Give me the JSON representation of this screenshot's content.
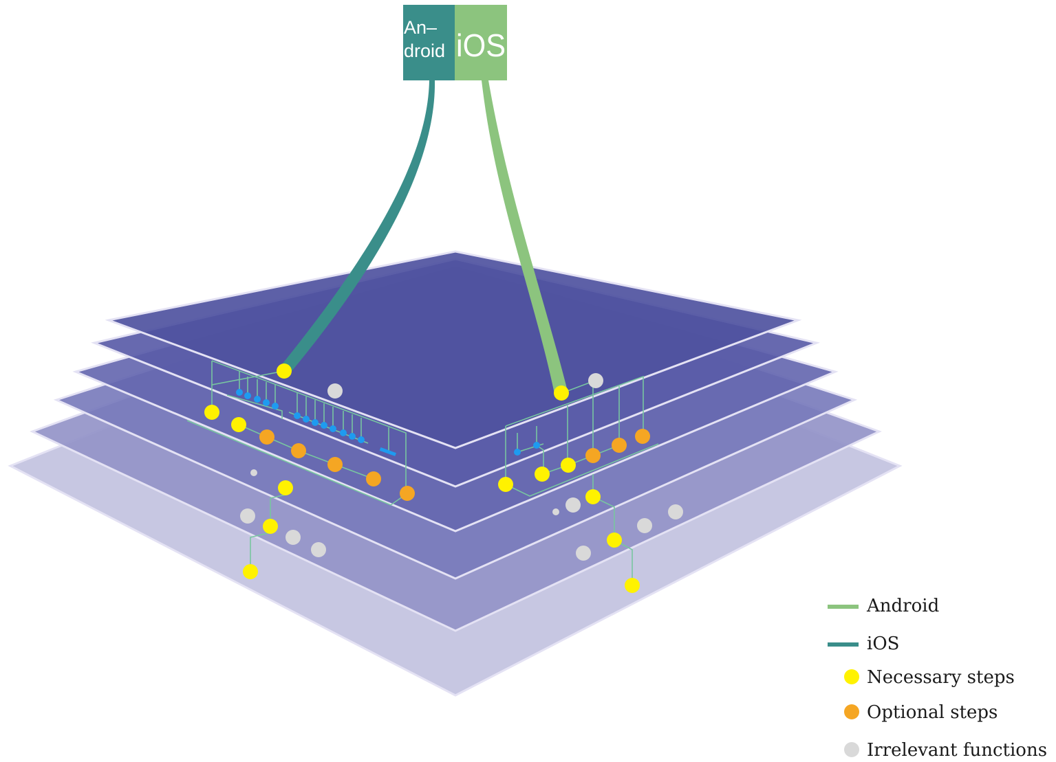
{
  "platform_box": {
    "android_label_line1": "An–",
    "android_label_line2": "droid",
    "ios_label": "iOS",
    "android_color": "#3a8e8a",
    "ios_color": "#8cc47e"
  },
  "legend": {
    "items": [
      {
        "kind": "line",
        "label": "Android",
        "color": "#8cc47e"
      },
      {
        "kind": "line",
        "label": "iOS",
        "color": "#3a8e8a"
      },
      {
        "kind": "dot",
        "label": "Necessary steps",
        "color": "#fff200"
      },
      {
        "kind": "dot",
        "label": "Optional steps",
        "color": "#f5a623"
      },
      {
        "kind": "dot",
        "label": "Irrelevant functions",
        "color": "#d9d9d9"
      }
    ]
  },
  "colors": {
    "layer_border": "#e4e2f4",
    "connector": "#78c6a0",
    "sub_function": "#1e9bf0",
    "layer_fills": [
      "#c2c2e0",
      "#9494c8",
      "#7a7cbc",
      "#6668b0",
      "#5a5ca8",
      "#4f52a0"
    ]
  }
}
